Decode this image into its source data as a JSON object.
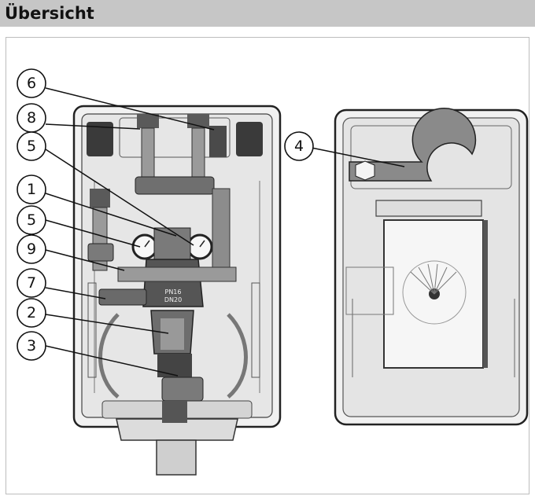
{
  "header": {
    "title": "Übersicht"
  },
  "colors": {
    "header_bg": "#c6c6c6",
    "frame": "#bdbdbd",
    "housing": "#e8e8e8",
    "part_dark": "#3a3a3a",
    "part_mid": "#8a8a8a"
  },
  "callouts": [
    {
      "id": "c6",
      "label": "6"
    },
    {
      "id": "c8",
      "label": "8"
    },
    {
      "id": "c5a",
      "label": "5"
    },
    {
      "id": "c1",
      "label": "1"
    },
    {
      "id": "c5b",
      "label": "5"
    },
    {
      "id": "c9",
      "label": "9"
    },
    {
      "id": "c7",
      "label": "7"
    },
    {
      "id": "c2",
      "label": "2"
    },
    {
      "id": "c3",
      "label": "3"
    },
    {
      "id": "c4",
      "label": "4"
    }
  ],
  "nameplate": {
    "line1": "PN16",
    "line2": "DN20"
  }
}
